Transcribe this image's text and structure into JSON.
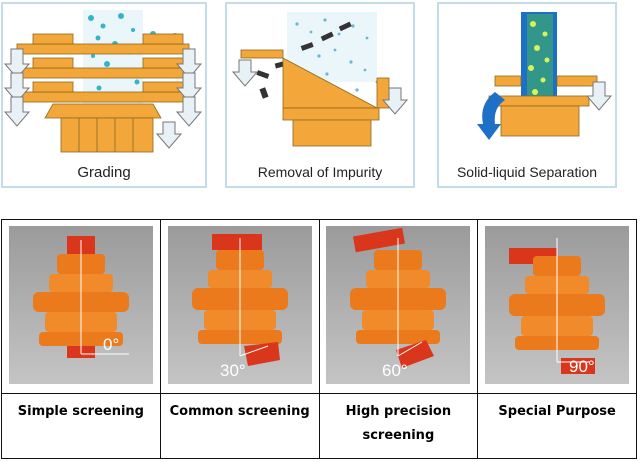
{
  "top_panels": {
    "grading": {
      "caption": "Grading"
    },
    "impurity": {
      "caption": "Removal of Impurity"
    },
    "solid_liquid": {
      "caption": "Solid-liquid Separation"
    }
  },
  "screening_modes": [
    {
      "label": "Simple screening",
      "angle_label": "0°"
    },
    {
      "label": "Common screening",
      "angle_label": "30°"
    },
    {
      "label": "High precision screening",
      "angle_label": "60°"
    },
    {
      "label": "Special Purpose",
      "angle_label": "90°"
    }
  ],
  "colors": {
    "machine_orange": "#f3a63a",
    "motor_orange": "#ea7a1c",
    "weight_red": "#d9361c",
    "particle_teal": "#35b3c9",
    "liquid_blue": "#1e6fc6",
    "impurity_dark": "#333333",
    "panel_border": "#c3dcea"
  }
}
